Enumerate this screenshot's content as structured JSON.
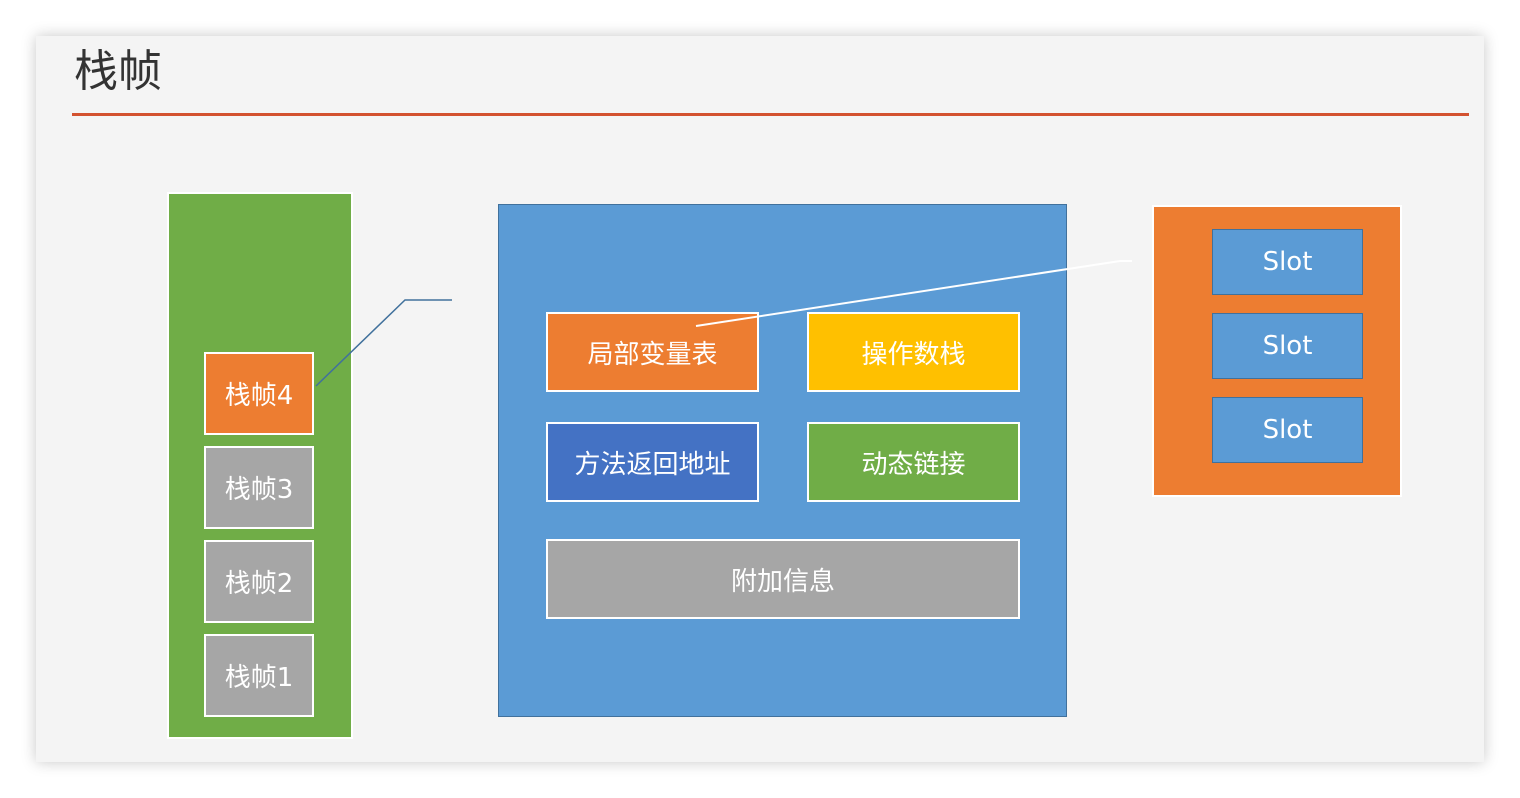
{
  "title": "栈帧",
  "stack": {
    "frames": [
      "栈帧4",
      "栈帧3",
      "栈帧2",
      "栈帧1"
    ],
    "active_frame": "栈帧4"
  },
  "frame_detail": {
    "local_variable_table": "局部变量表",
    "operand_stack": "操作数栈",
    "return_address": "方法返回地址",
    "dynamic_linking": "动态链接",
    "additional_info": "附加信息"
  },
  "local_variable_table_detail": {
    "slots": [
      "Slot",
      "Slot",
      "Slot"
    ]
  },
  "colors": {
    "accent_rule": "#d35230",
    "stack_column": "#70ad47",
    "active_frame": "#ed7d31",
    "inactive_frame": "#a6a6a6",
    "detail_panel": "#5b9bd5",
    "operand_stack": "#ffc000",
    "return_address": "#4472c4",
    "dynamic_linking": "#70ad47",
    "slot": "#5b9bd5"
  }
}
